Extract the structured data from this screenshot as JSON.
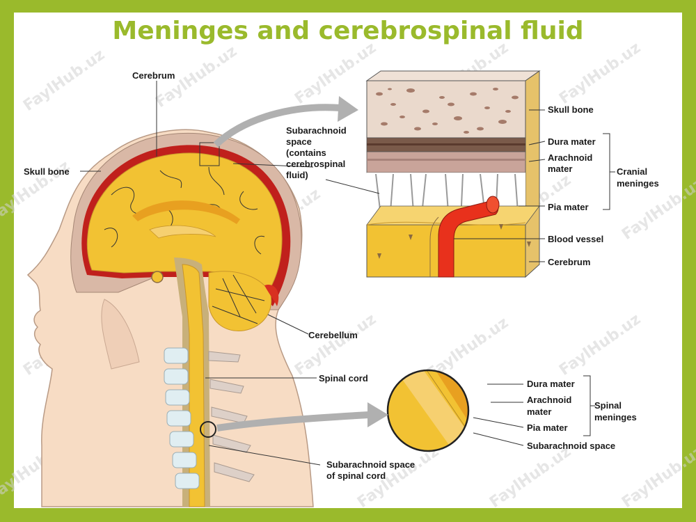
{
  "title": "Meninges and cerebrospinal fluid",
  "watermark": "FaylHub.uz",
  "colors": {
    "frame": "#9aba2c",
    "title": "#9aba2c",
    "brain": "#f2c233",
    "dura": "#c0201c",
    "skin": "#f7dcc4",
    "skull": "#d9b8a6",
    "bone_block": "#ead9cc",
    "blood_vessel": "#e8311c"
  },
  "labels": {
    "cerebrum_top": "Cerebrum",
    "skull_bone_left": "Skull bone",
    "subarachnoid_head": [
      "Subarachnoid",
      "space",
      "(contains",
      "cerebrospinal",
      "fluid)"
    ],
    "cerebellum": "Cerebellum",
    "spinal_cord": "Spinal cord",
    "subarachnoid_spinal": [
      "Subarachnoid space",
      "of spinal cord"
    ]
  },
  "cranial_inset": {
    "skull_bone": "Skull bone",
    "dura_mater": "Dura mater",
    "arachnoid_mater": [
      "Arachnoid",
      "mater"
    ],
    "pia_mater": "Pia mater",
    "blood_vessel": "Blood vessel",
    "cerebrum": "Cerebrum",
    "group_label": [
      "Cranial",
      "meninges"
    ]
  },
  "spinal_inset": {
    "dura_mater": "Dura mater",
    "arachnoid_mater": [
      "Arachnoid",
      "mater"
    ],
    "pia_mater": "Pia mater",
    "subarachnoid_space": "Subarachnoid space",
    "group_label": [
      "Spinal",
      "meninges"
    ]
  }
}
